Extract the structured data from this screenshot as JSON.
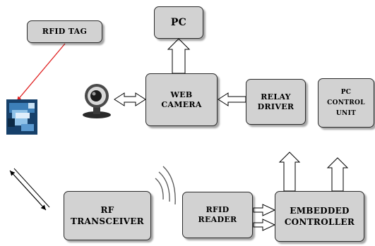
{
  "blocks": {
    "rfid_tag": "RFID TAG",
    "pc": "PC",
    "web_camera": "WEB\nCAMERA",
    "relay_driver": "RELAY\nDRIVER",
    "pc_control_unit": "PC\nCONTROL\nUNIT",
    "rf_transceiver": "RF\nTRANSCEIVER",
    "rfid_reader": "RFID\nREADER",
    "embedded_controller": "EMBEDDED\nCONTROLLER"
  },
  "icons": {
    "camera": "webcam-icon",
    "tag": "rfid-tag-card-icon",
    "waves": "radio-wave-icon"
  },
  "colors": {
    "box_fill": "#d2d2d2",
    "pointer_line": "#e02020"
  }
}
